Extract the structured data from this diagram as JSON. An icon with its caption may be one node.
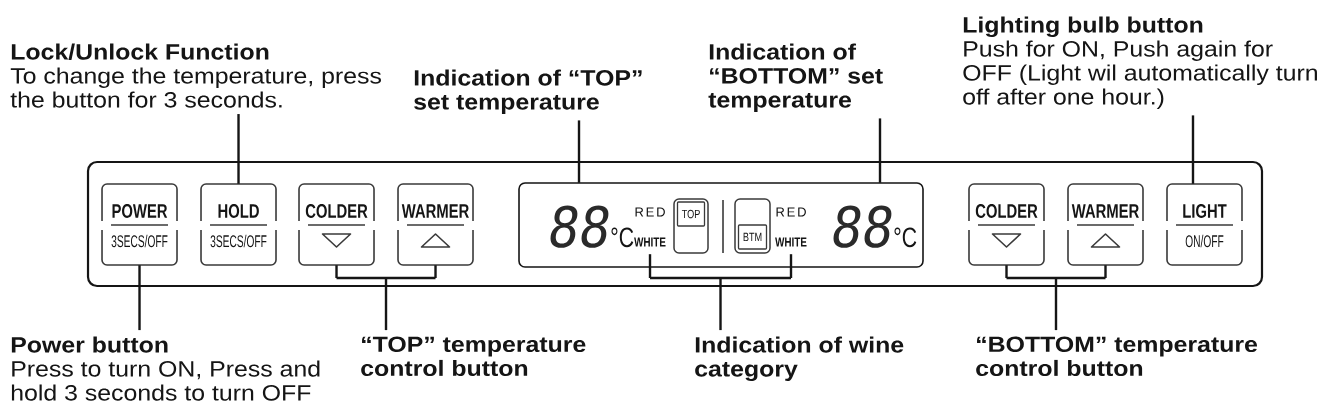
{
  "diagram": {
    "nodes": [
      {
        "text": [
          "Lock/Unlock Function",
          "To change the temperature, press the button for 3 seconds."
        ]
      },
      {
        "text": [
          "Indication of “TOP” set temperature"
        ]
      },
      {
        "text": [
          "Indication of “BOTTOM” set temperature"
        ]
      },
      {
        "text": [
          "Lighting bulb button",
          "Push for ON, Push again for OFF (Light wil automatically turn off after one hour.)"
        ]
      },
      {
        "text": [],
        "shape": "box"
      },
      {
        "text": [
          "POWER",
          "3SECS/OFF"
        ],
        "in": 4
      },
      {
        "text": [
          "HOLD",
          "3SECS/OFF"
        ],
        "in": 4
      },
      {
        "text": [
          "COLDER"
        ],
        "in": 4
      },
      {
        "text": [
          "WARMER"
        ],
        "in": 4
      },
      {
        "text": [],
        "shape": "box",
        "in": 4
      },
      {
        "text": [
          "88",
          "°C"
        ],
        "in": 9
      },
      {
        "text": [
          "RED",
          "WHITE"
        ],
        "in": 9
      },
      {
        "text": [
          "TOP"
        ],
        "in": 9
      },
      {
        "text": [
          "BTM"
        ],
        "in": 9
      },
      {
        "text": [
          "RED",
          "WHITE"
        ],
        "in": 9
      },
      {
        "text": [
          "88",
          "°C"
        ],
        "in": 9
      },
      {
        "text": [
          "COLDER"
        ],
        "in": 4
      },
      {
        "text": [
          "WARMER"
        ],
        "in": 4
      },
      {
        "text": [
          "LIGHT",
          "ON/OFF"
        ],
        "in": 4
      },
      {
        "text": [
          "Power button",
          "Press to turn ON, Press and hold 3 seconds to turn OFF"
        ]
      },
      {
        "text": [
          "“TOP” temperature control button"
        ]
      },
      {
        "text": [
          "Indication of wine category"
        ]
      },
      {
        "text": [
          "“BOTTOM” temperature control button"
        ]
      }
    ],
    "edges": [
      {
        "from": 0,
        "to": 6,
        "arrow": "none"
      },
      {
        "from": 1,
        "to": 10,
        "arrow": "none"
      },
      {
        "from": 2,
        "to": 15,
        "arrow": "none"
      },
      {
        "from": 3,
        "to": 18,
        "arrow": "none"
      },
      {
        "from": 19,
        "to": 5,
        "arrow": "none"
      },
      {
        "from": 20,
        "to": 7,
        "arrow": "none"
      },
      {
        "from": 20,
        "to": 8,
        "arrow": "none"
      },
      {
        "from": 21,
        "to": 11,
        "arrow": "none"
      },
      {
        "from": 21,
        "to": 14,
        "arrow": "none"
      },
      {
        "from": 22,
        "to": 16,
        "arrow": "none"
      },
      {
        "from": 22,
        "to": 17,
        "arrow": "none"
      }
    ]
  }
}
